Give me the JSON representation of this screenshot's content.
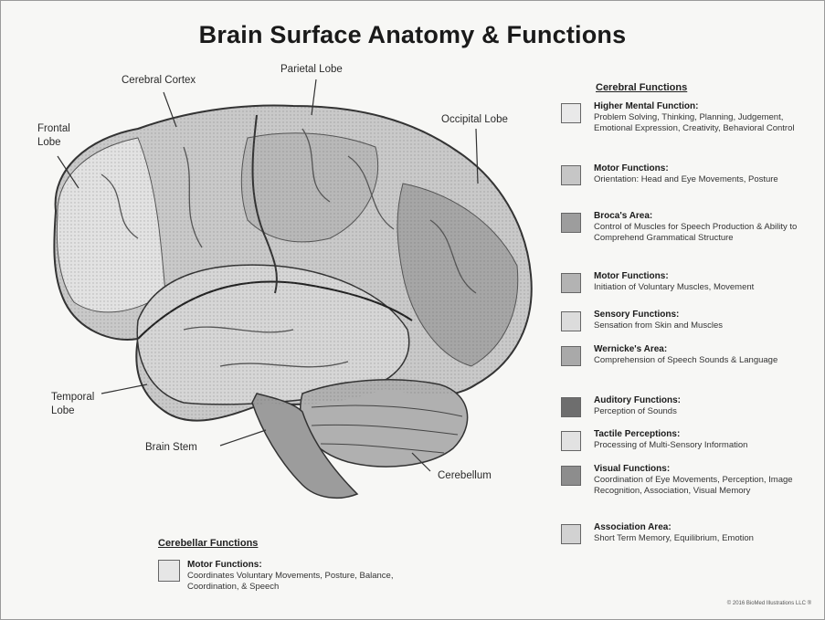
{
  "title": "Brain Surface Anatomy & Functions",
  "labels": {
    "cerebral_cortex": "Cerebral Cortex",
    "parietal_lobe": "Parietal Lobe",
    "occipital_lobe": "Occipital Lobe",
    "frontal_lobe": "Frontal\nLobe",
    "temporal_lobe": "Temporal\nLobe",
    "brain_stem": "Brain Stem",
    "cerebellum": "Cerebellum"
  },
  "cerebral_functions": {
    "heading": "Cerebral Functions",
    "items": [
      {
        "name": "Higher Mental Function:",
        "desc": "Problem Solving, Thinking, Planning, Judgement, Emotional Expression, Creativity, Behavioral Control",
        "color": "#e9e9e9"
      },
      {
        "name": "Motor Functions:",
        "desc": "Orientation: Head and Eye Movements, Posture",
        "color": "#c6c6c6"
      },
      {
        "name": "Broca's Area:",
        "desc": "Control of Muscles for Speech Production & Ability to Comprehend Grammatical Structure",
        "color": "#9d9d9d"
      },
      {
        "name": "Motor Functions:",
        "desc": "Initiation of Voluntary Muscles, Movement",
        "color": "#b3b3b3"
      },
      {
        "name": "Sensory Functions:",
        "desc": "Sensation from Skin and Muscles",
        "color": "#dcdcdc"
      },
      {
        "name": "Wernicke's Area:",
        "desc": "Comprehension of Speech Sounds & Language",
        "color": "#a9a9a9"
      },
      {
        "name": "Auditory Functions:",
        "desc": "Perception of Sounds",
        "color": "#6e6e6e"
      },
      {
        "name": "Tactile Perceptions:",
        "desc": "Processing of Multi-Sensory Information",
        "color": "#e2e2e2"
      },
      {
        "name": "Visual Functions:",
        "desc": "Coordination of Eye Movements, Perception, Image Recognition, Association, Visual Memory",
        "color": "#8d8d8d"
      },
      {
        "name": "Association Area:",
        "desc": "Short Term Memory, Equilibrium, Emotion",
        "color": "#d2d2d2"
      }
    ]
  },
  "cerebellar_functions": {
    "heading": "Cerebellar Functions",
    "name": "Motor Functions:",
    "desc": "Coordinates Voluntary Movements, Posture, Balance, Coordination, & Speech",
    "color": "#e6e6e6"
  },
  "copyright": "© 2016 BioMed Illustrations LLC ®"
}
